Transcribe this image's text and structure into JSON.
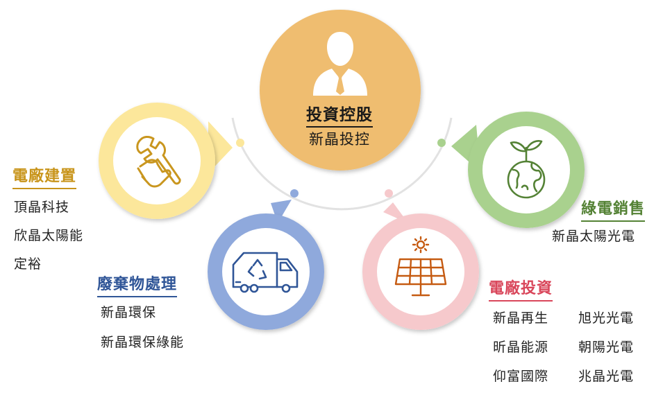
{
  "hub": {
    "title": "投資控股",
    "company": "新晶投控",
    "icon": "businessman-icon",
    "color": "#efbd70"
  },
  "branches": {
    "plant_construction": {
      "title": "電廠建置",
      "icon": "wrench-hand-icon",
      "color": "#fce79b",
      "title_color": "#c8941a",
      "companies": [
        "頂晶科技",
        "欣晶太陽能",
        "定裕"
      ]
    },
    "waste_treatment": {
      "title": "廢棄物處理",
      "icon": "recycling-truck-icon",
      "color": "#8fa9dc",
      "title_color": "#2f5597",
      "companies": [
        "新晶環保",
        "新晶環保綠能"
      ]
    },
    "plant_investment": {
      "title": "電廠投資",
      "icon": "solar-panel-icon",
      "color": "#f6c9cc",
      "title_color": "#d9465a",
      "companies": [
        "新晶再生",
        "旭光光電",
        "昕晶能源",
        "朝陽光電",
        "仰富國際",
        "兆晶光電"
      ]
    },
    "green_power_sales": {
      "title": "綠電銷售",
      "icon": "plant-globe-icon",
      "color": "#a9d18e",
      "title_color": "#548235",
      "companies": [
        "新晶太陽光電"
      ]
    }
  },
  "colors": {
    "arc": "#e2e2e2",
    "icon_gold": "#c9961e",
    "icon_blue": "#2f5597",
    "icon_orange": "#c55a11",
    "icon_green": "#548235",
    "text": "#222222"
  }
}
